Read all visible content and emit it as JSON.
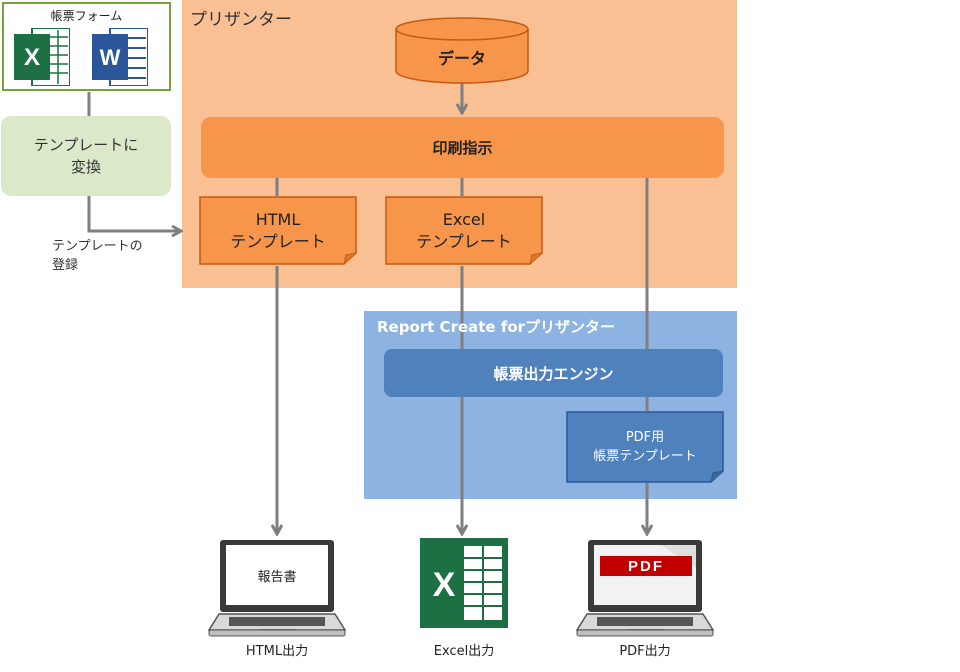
{
  "form_box": {
    "title": "帳票フォーム",
    "icons": [
      "excel-icon",
      "word-icon"
    ]
  },
  "convert_box": {
    "line1": "テンプレートに",
    "line2": "変換"
  },
  "register_label": {
    "line1": "テンプレートの",
    "line2": "登録"
  },
  "prisanta": {
    "title": "プリザンター",
    "data": "データ",
    "print": "印刷指示",
    "html_template": {
      "line1": "HTML",
      "line2": "テンプレート"
    },
    "excel_template": {
      "line1": "Excel",
      "line2": "テンプレート"
    }
  },
  "report_create": {
    "title": "Report Create forプリザンター",
    "engine": "帳票出力エンジン",
    "pdf_template": {
      "line1": "PDF用",
      "line2": "帳票テンプレート"
    }
  },
  "outputs": {
    "html": {
      "screen_text": "報告書",
      "label": "HTML出力"
    },
    "excel": {
      "label": "Excel出力"
    },
    "pdf": {
      "screen_text": "PDF",
      "label": "PDF出力"
    }
  },
  "colors": {
    "excel_green": "#1d7044",
    "word_blue": "#2b579a",
    "prisanta_bg": "#f9c093",
    "orange": "#f7954a",
    "report_create_bg": "#8db3e2",
    "engine_blue": "#4f81bd",
    "pdf_red": "#c00000"
  }
}
